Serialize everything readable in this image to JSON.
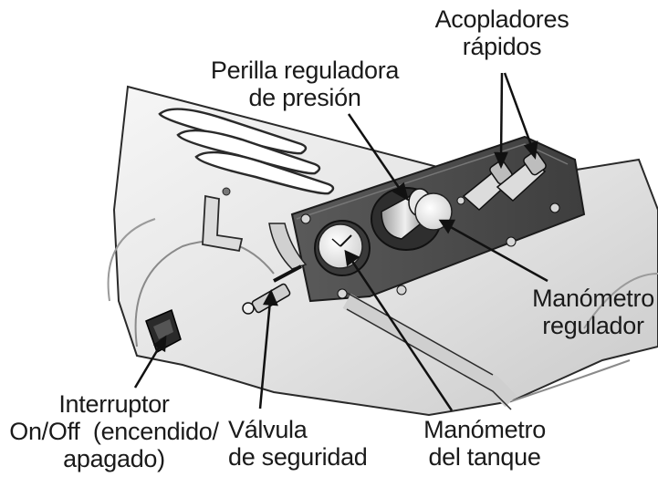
{
  "labels": {
    "couplers": [
      "Acopladores",
      "rápidos"
    ],
    "pressure_knob": [
      "Perilla reguladora",
      "de presión"
    ],
    "regulator_gauge": [
      "Manómetro",
      "regulador"
    ],
    "tank_gauge": [
      "Manómetro",
      "del tanque"
    ],
    "safety_valve": [
      "Válvula",
      "de seguridad"
    ],
    "switch": [
      "Interruptor",
      "On/Off  (encendido/",
      "apagado)"
    ]
  },
  "colors": {
    "ink": "#1a1a1a",
    "body_fill": "#e9e9e9",
    "panel_fill": "#4a4a4a",
    "shadow": "#b8b8b8"
  }
}
